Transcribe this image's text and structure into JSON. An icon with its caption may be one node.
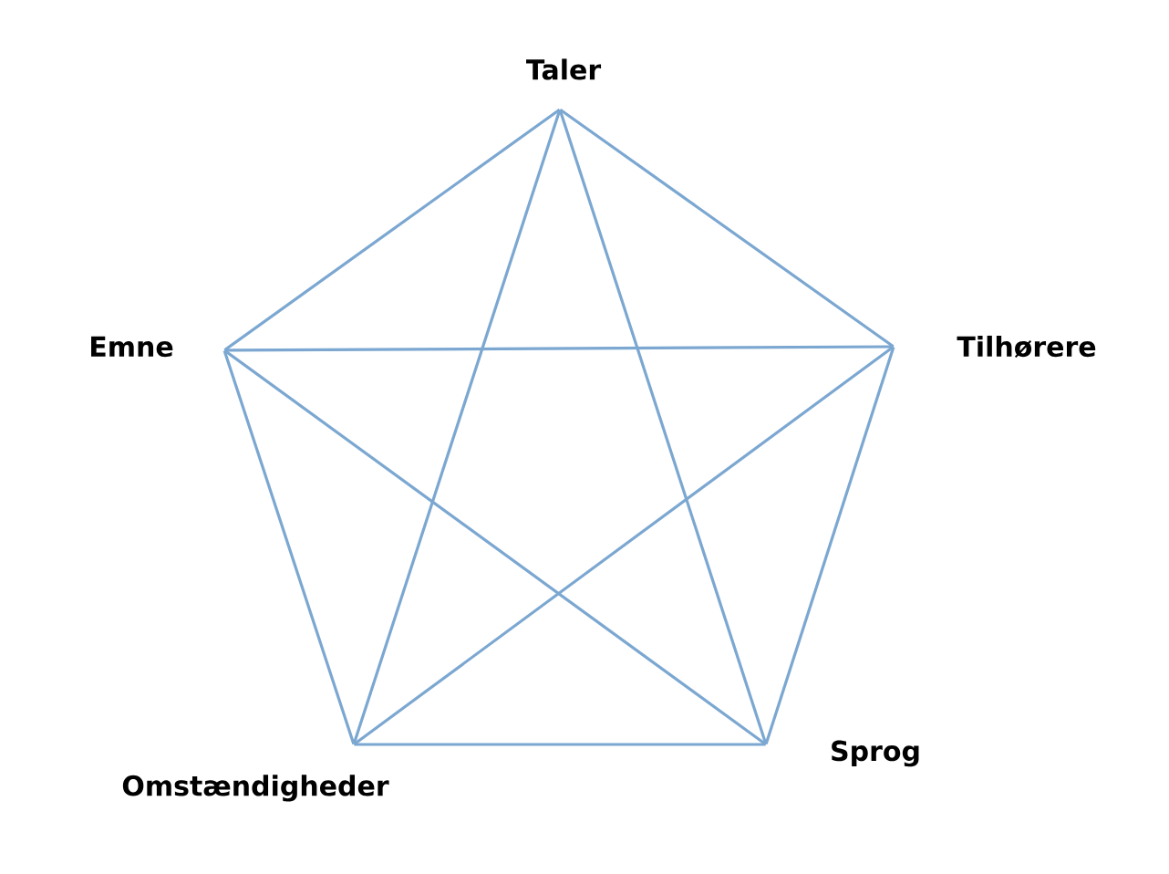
{
  "diagram": {
    "nodes": [
      {
        "text": [
          "Taler"
        ]
      },
      {
        "text": [
          "Emne"
        ]
      },
      {
        "text": [
          "Tilhørere"
        ]
      },
      {
        "text": [
          "Omstændigheder"
        ]
      },
      {
        "text": [
          "Sprog"
        ]
      }
    ],
    "edges": [
      {
        "from": 0,
        "to": 2,
        "arrow": "none"
      },
      {
        "from": 2,
        "to": 4,
        "arrow": "none"
      },
      {
        "from": 4,
        "to": 3,
        "arrow": "none"
      },
      {
        "from": 3,
        "to": 1,
        "arrow": "none"
      },
      {
        "from": 1,
        "to": 0,
        "arrow": "none"
      },
      {
        "from": 0,
        "to": 3,
        "arrow": "none"
      },
      {
        "from": 0,
        "to": 4,
        "arrow": "none"
      },
      {
        "from": 1,
        "to": 2,
        "arrow": "none"
      },
      {
        "from": 1,
        "to": 4,
        "arrow": "none"
      },
      {
        "from": 2,
        "to": 3,
        "arrow": "none"
      }
    ]
  }
}
